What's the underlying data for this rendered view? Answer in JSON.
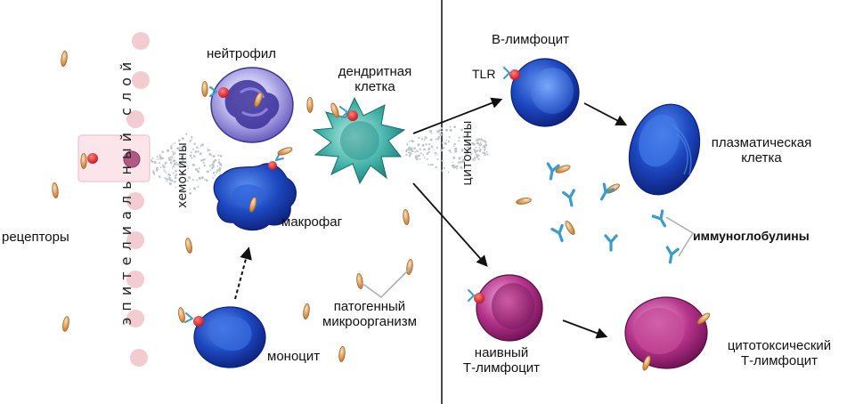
{
  "labels": {
    "epithelial_layer": "эпителиальный слой",
    "receptors": "рецепторы",
    "chemokines": "хемокины",
    "neutrophil": "нейтрофил",
    "macrophage": "макрофаг",
    "monocyte": "моноцит",
    "dendritic_line1": "дендритная",
    "dendritic_line2": "клетка",
    "pathogen_line1": "патогенный",
    "pathogen_line2": "микроорганизм",
    "cytokines": "цитокины",
    "b_lymphocyte": "В-лимфоцит",
    "tlr": "TLR",
    "plasma_line1": "плазматическая",
    "plasma_line2": "клетка",
    "immunoglobulins": "иммуноглобулины",
    "naive_line1": "наивный",
    "naive_line2": "Т-лимфоцит",
    "cytotoxic_line1": "цитотоксический",
    "cytotoxic_line2": "Т-лимфоцит"
  },
  "colors": {
    "neutrophil": "#8e86d8",
    "macrophage": "#1a3aa8",
    "monocyte": "#1e44b8",
    "dendritic": "#3aa8a0",
    "b_lymphocyte": "#1f58c8",
    "plasma": "#1f5cc8",
    "t_cell": "#b0307e",
    "receptor": "#d8222a",
    "pathogen": "#d89a52",
    "antibody": "#3a9ac8",
    "epithelium": "#f0c8cc"
  }
}
